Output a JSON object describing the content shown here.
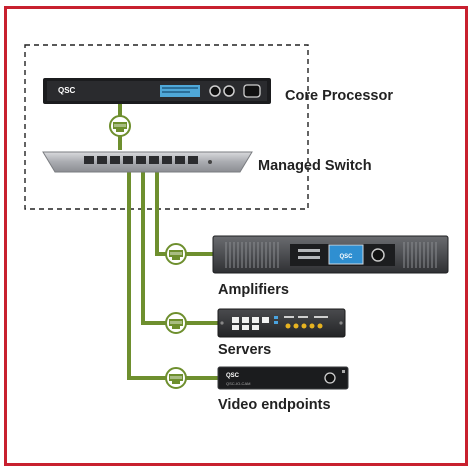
{
  "diagram": {
    "border_color": "#c8202f",
    "cable_color": "#6e8f2e",
    "core_processor": {
      "label": "Core Processor",
      "brand": "QSC"
    },
    "managed_switch": {
      "label": "Managed Switch"
    },
    "amplifiers": {
      "label": "Amplifiers",
      "brand": "QSC"
    },
    "servers": {
      "label": "Servers"
    },
    "video_endpoints": {
      "label": "Video endpoints",
      "brand": "QSC",
      "model": "QSC-IO-CAM"
    },
    "icons": [
      "ethernet-port-icon"
    ]
  }
}
